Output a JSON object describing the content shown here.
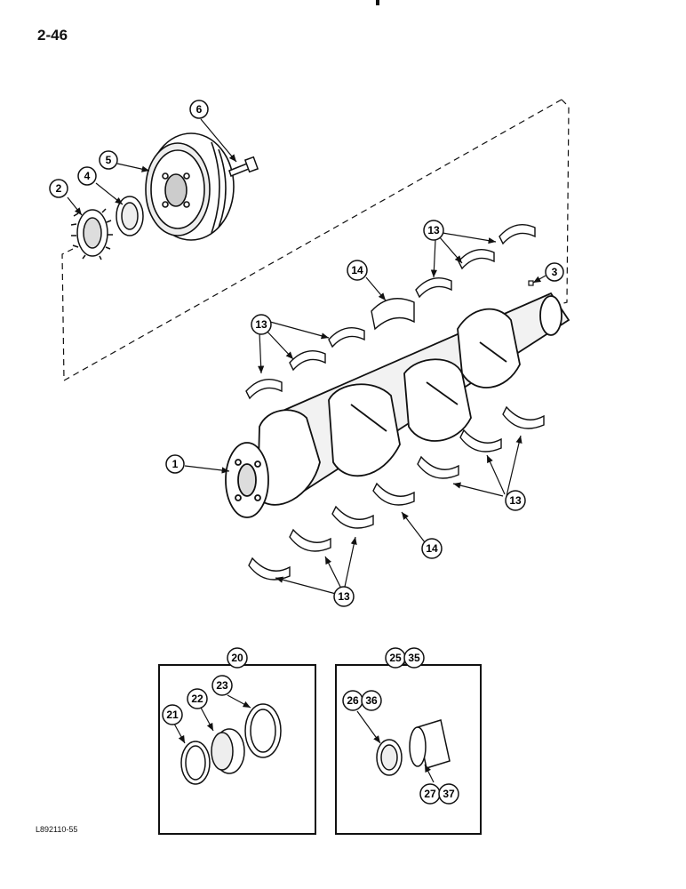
{
  "page": {
    "number": "2-46",
    "drawing_code": "L892110-55"
  },
  "callouts": {
    "c1": "1",
    "c2": "2",
    "c3": "3",
    "c4": "4",
    "c5": "5",
    "c6": "6",
    "c13a": "13",
    "c13b": "13",
    "c13c": "13",
    "c13d": "13",
    "c14a": "14",
    "c14b": "14",
    "c20": "20",
    "c21": "21",
    "c22": "22",
    "c23": "23",
    "c25": "25",
    "c35": "35",
    "c26": "26",
    "c36": "36",
    "c27": "27",
    "c37": "37"
  }
}
